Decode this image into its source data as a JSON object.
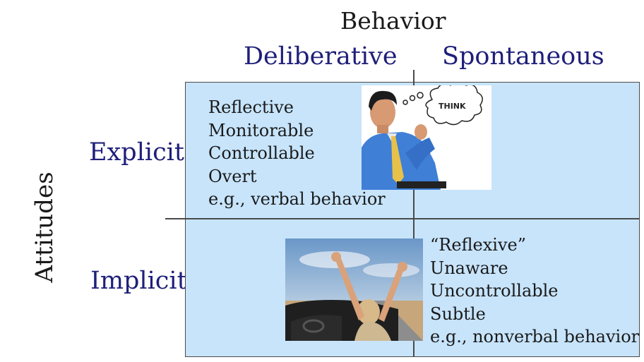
{
  "title": "Behavior",
  "columns": [
    "Deliberative",
    "Spontaneous"
  ],
  "rows": [
    "Explicit",
    "Implicit"
  ],
  "y_axis_label": "Attitudes",
  "explicit_deliberative": [
    "Reflective",
    "Monitorable",
    "Controllable",
    "Overt",
    "e.g., verbal behavior"
  ],
  "implicit_spontaneous": [
    "“Reflexive”",
    "Unaware",
    "Uncontrollable",
    "Subtle",
    "e.g., nonverbal behavior"
  ],
  "images": {
    "thinker_bubble": "THINK"
  },
  "colors": {
    "quadrant_fill": "#c7e4fb",
    "heading_blue": "#1f1f7a"
  }
}
